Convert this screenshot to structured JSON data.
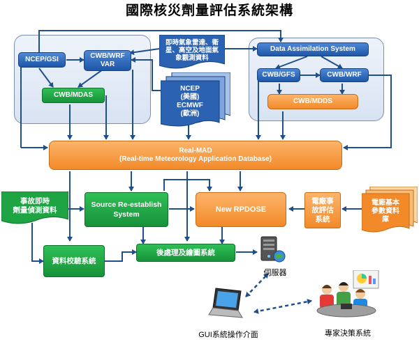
{
  "title": "國際核災劑量評估系統架構",
  "nodes": {
    "ncep_gsi": "NCEP/GSI",
    "cwb_wrf_var": "CWB/WRF\nVAR",
    "cwb_mdas": "CWB/MDAS",
    "obs_data": "即時氣象雷達、衛\n星、高空及地面氣\n象觀測資料",
    "ncep_ecmwf": "NCEP\n(美國)\nECMWF\n(歐洲)",
    "data_assimilation": "Data Assimilation System",
    "cwb_gfs": "CWB/GFS",
    "cwb_wrf": "CWB/WRF",
    "cwb_mdds": "CWB/MDDS",
    "real_mad": "Real-MAD\n(Real-time Meteorology Application Database)",
    "accident_data": "事故即時\n劑量偵測資料",
    "source_reestablish": "Source Re-establish\nSystem",
    "new_rpdose": "New RPDOSE",
    "plant_accident": "電廠事\n故評估\n系統",
    "plant_basic_data": "電廠基本\n參數資料\n庫",
    "data_validation": "資料校驗系統",
    "post_processing": "後處理及繪圖系統"
  },
  "labels": {
    "server": "伺服器",
    "gui": "GUI系統操作介面",
    "expert": "專家決策系統"
  },
  "colors": {
    "blue": "#1f57a8",
    "green": "#17923a",
    "orange": "#f28a2a",
    "line": "#1f4e8c",
    "group_border": "#7a8fb0"
  },
  "icons": [
    "server-icon",
    "laptop-icon",
    "experts-meeting-icon"
  ]
}
